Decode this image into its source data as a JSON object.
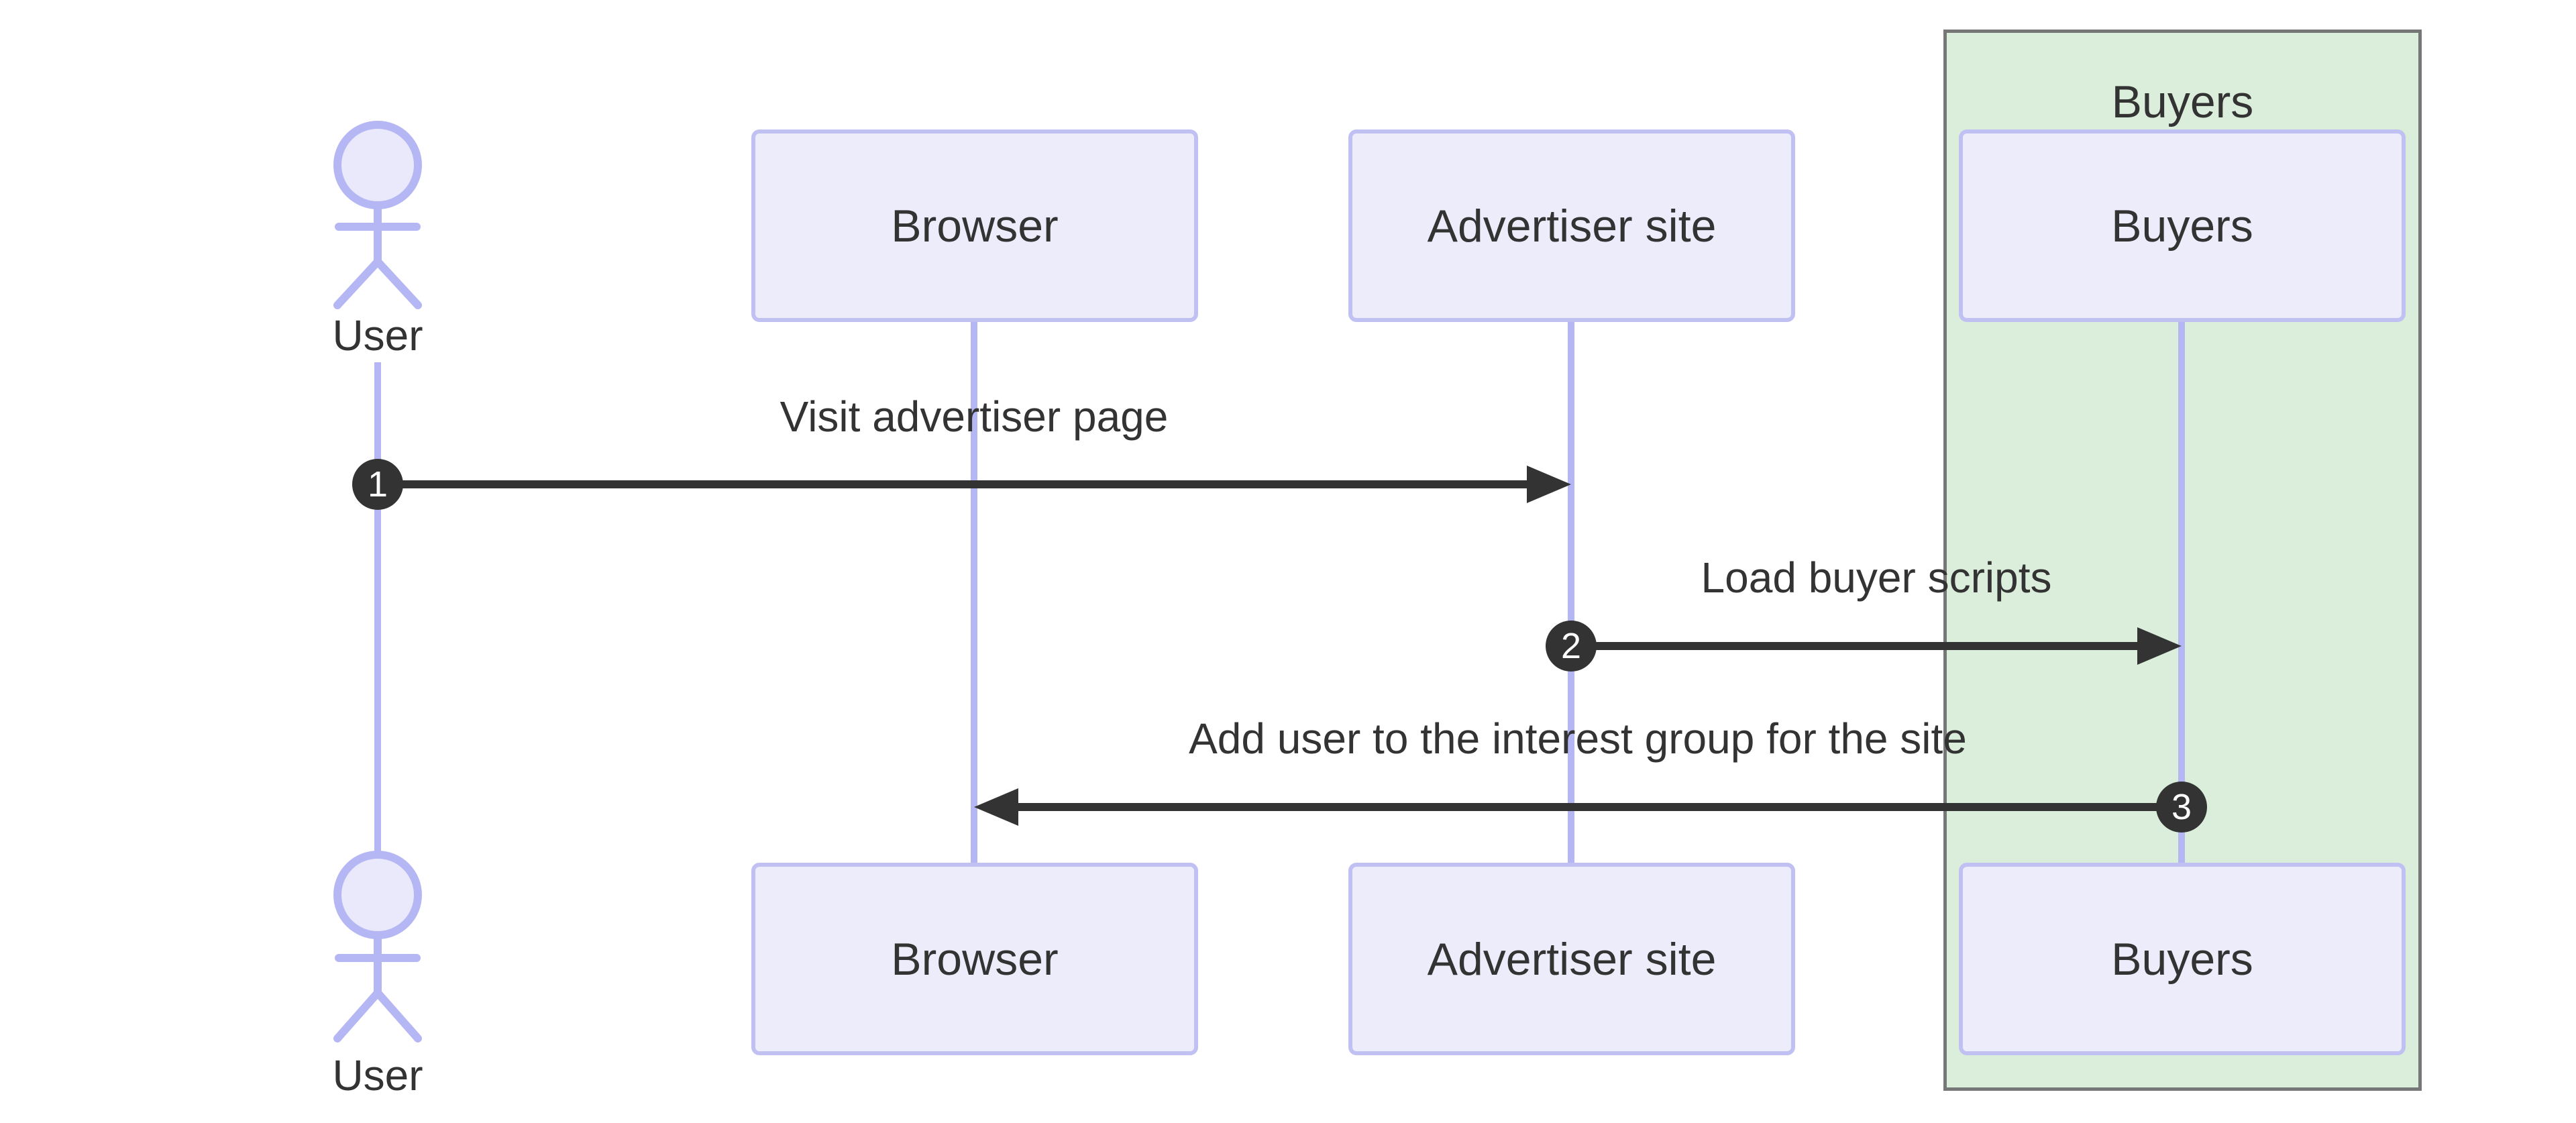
{
  "diagram": {
    "type": "sequence",
    "actors": [
      {
        "id": "user",
        "kind": "actor",
        "label": "User"
      },
      {
        "id": "browser",
        "kind": "participant",
        "label": "Browser"
      },
      {
        "id": "advertiser-site",
        "kind": "participant",
        "label": "Advertiser site"
      },
      {
        "id": "buyers",
        "kind": "participant",
        "label": "Buyers"
      }
    ],
    "group": {
      "label": "Buyers",
      "contains": [
        "Buyers"
      ],
      "fill": "#DBEEDB",
      "border": "#777777"
    },
    "messages": [
      {
        "seq": "1",
        "from": "User",
        "to": "Advertiser site",
        "label": "Visit advertiser page",
        "direction": "right"
      },
      {
        "seq": "2",
        "from": "Advertiser site",
        "to": "Buyers",
        "label": "Load buyer scripts",
        "direction": "right"
      },
      {
        "seq": "3",
        "from": "Buyers",
        "to": "Browser",
        "label": "Add user to the interest group for the site",
        "direction": "left"
      }
    ],
    "colors": {
      "participant_fill": "#ECECFB",
      "participant_border": "#C0C1F2",
      "lifeline": "#B5B7F4",
      "actor_stroke": "#B5B7F4",
      "actor_head_fill": "#E9E9FB",
      "group_fill": "#DBEEDB",
      "group_border": "#777777",
      "message_line": "#333333",
      "text": "#333333",
      "seq_badge_fill": "#333333",
      "seq_badge_text": "#FFFFFF"
    }
  }
}
